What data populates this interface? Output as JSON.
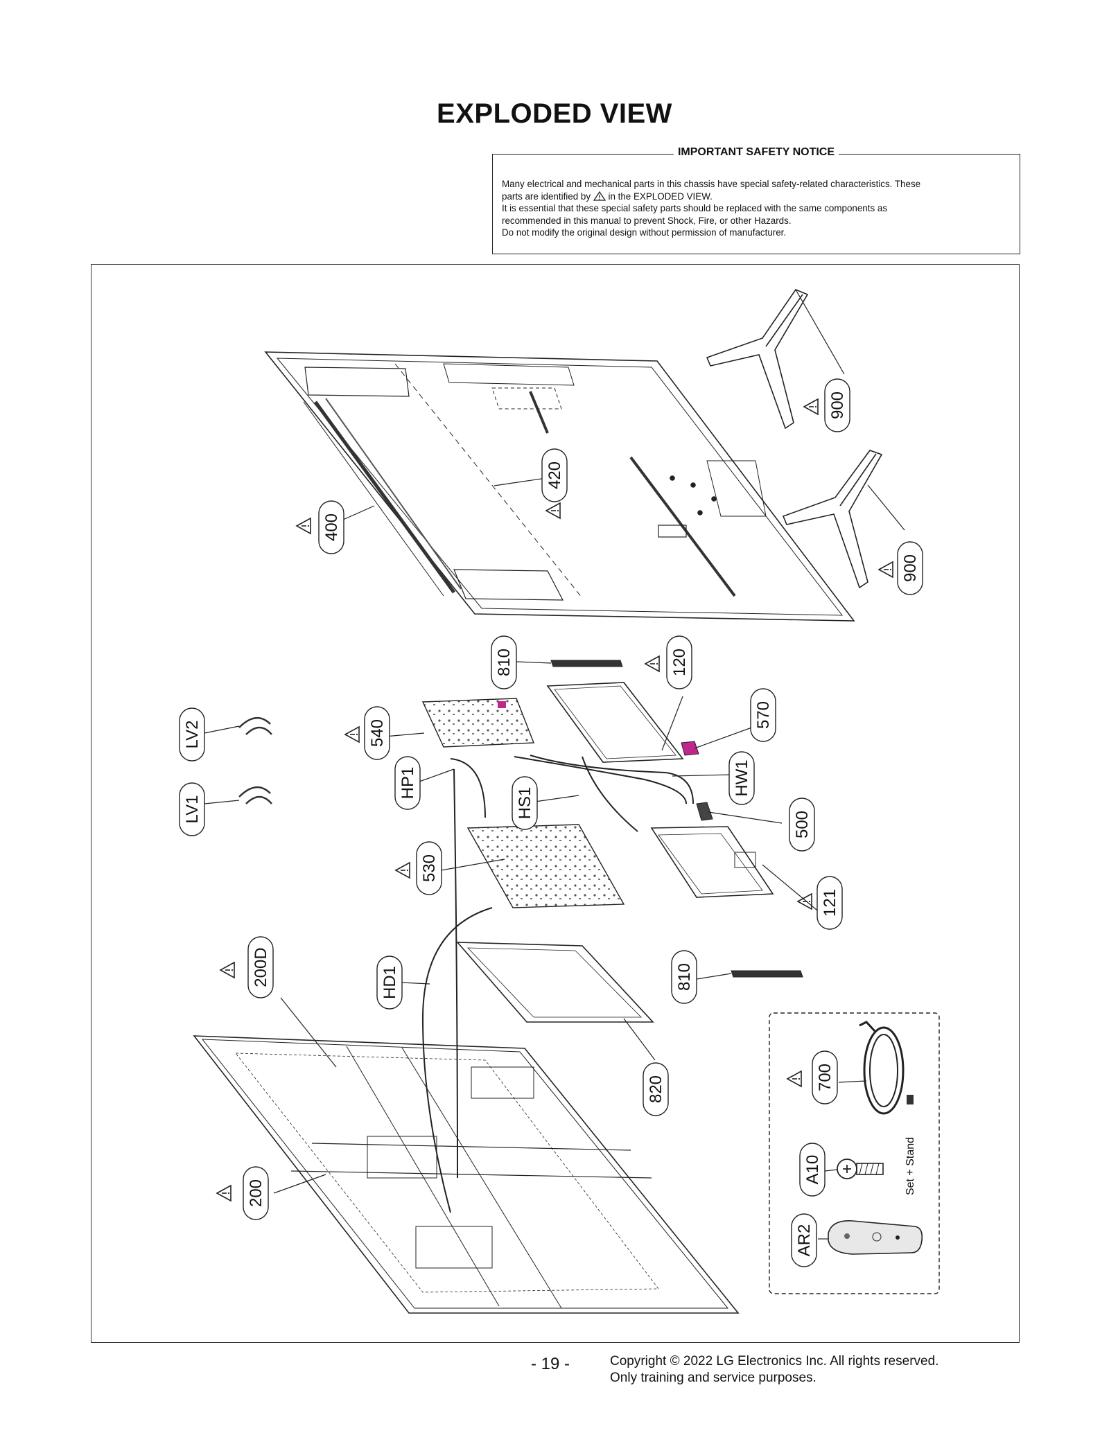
{
  "title": "EXPLODED VIEW",
  "notice": {
    "heading": "IMPORTANT SAFETY NOTICE",
    "line1": "Many electrical and mechanical parts in this chassis have special safety-related characteristics. These",
    "line2a": "parts are identified by",
    "line2b": "in the EXPLODED VIEW.",
    "line3": "It is essential that these special safety parts should be replaced with the same components as",
    "line4": "recommended in this manual to prevent Shock, Fire, or other Hazards.",
    "line5": "Do not modify the original design without permission of manufacturer."
  },
  "part_labels": {
    "p900a": "900",
    "p900b": "900",
    "p420": "420",
    "p400": "400",
    "p810a": "810",
    "p120": "120",
    "p570": "570",
    "lv2": "LV2",
    "p540": "540",
    "hp1": "HP1",
    "hs1": "HS1",
    "hw1": "HW1",
    "p500": "500",
    "lv1": "LV1",
    "p530": "530",
    "p121": "121",
    "p200d": "200D",
    "hd1": "HD1",
    "p810b": "810",
    "p820": "820",
    "p700": "700",
    "a10": "A10",
    "p200": "200",
    "ar2": "AR2"
  },
  "accessory_note": "Set + Stand",
  "footer": {
    "page": "- 19 -",
    "copyright_line1": "Copyright © 2022 LG Electronics Inc. All rights reserved.",
    "copyright_line2": "Only training and service purposes."
  },
  "colors": {
    "line": "#222222",
    "board_accent": "#c0278a"
  },
  "icons": {
    "safety": "warning-triangle-icon"
  }
}
